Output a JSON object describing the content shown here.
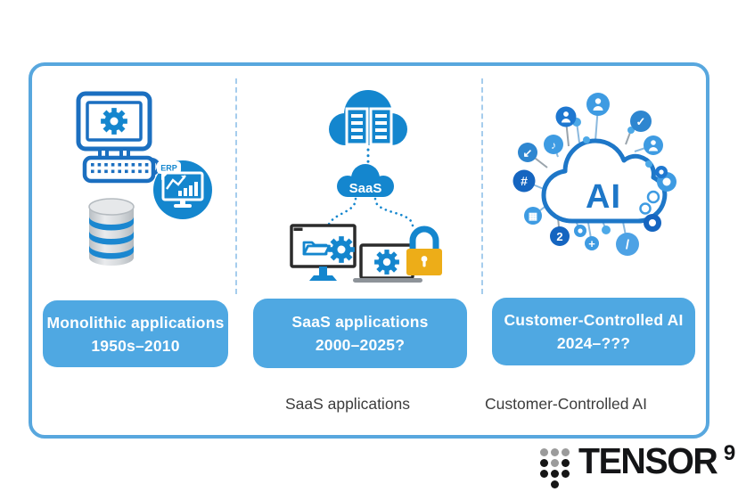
{
  "timeline": {
    "eras": [
      {
        "label": "Monolithic applications",
        "period": "1950s–2010"
      },
      {
        "label": "SaaS applications",
        "period": "2000–2025?"
      },
      {
        "label": "Customer-Controlled AI",
        "period": "2024–???"
      }
    ]
  },
  "footer": {
    "saas_caption": "SaaS applications",
    "ai_caption": "Customer-Controlled AI"
  },
  "labels": {
    "saas_cloud": "SaaS",
    "ai_cloud": "AI",
    "erp_badge": "ERP"
  },
  "glyphs": {
    "check": "✓",
    "note": "♪",
    "arrow_down_left": "↙",
    "hash": "#",
    "grid": "▦",
    "two": "2",
    "plus": "+",
    "slash": "/"
  },
  "logo": {
    "brand": "TENSOR",
    "superscript": "9"
  },
  "colors": {
    "accent_blue": "#1486CE",
    "box_blue": "#4FA8E2",
    "frame_blue": "#58A7DE",
    "dark_blue": "#1565C0",
    "lock_gold": "#EDAD18"
  }
}
